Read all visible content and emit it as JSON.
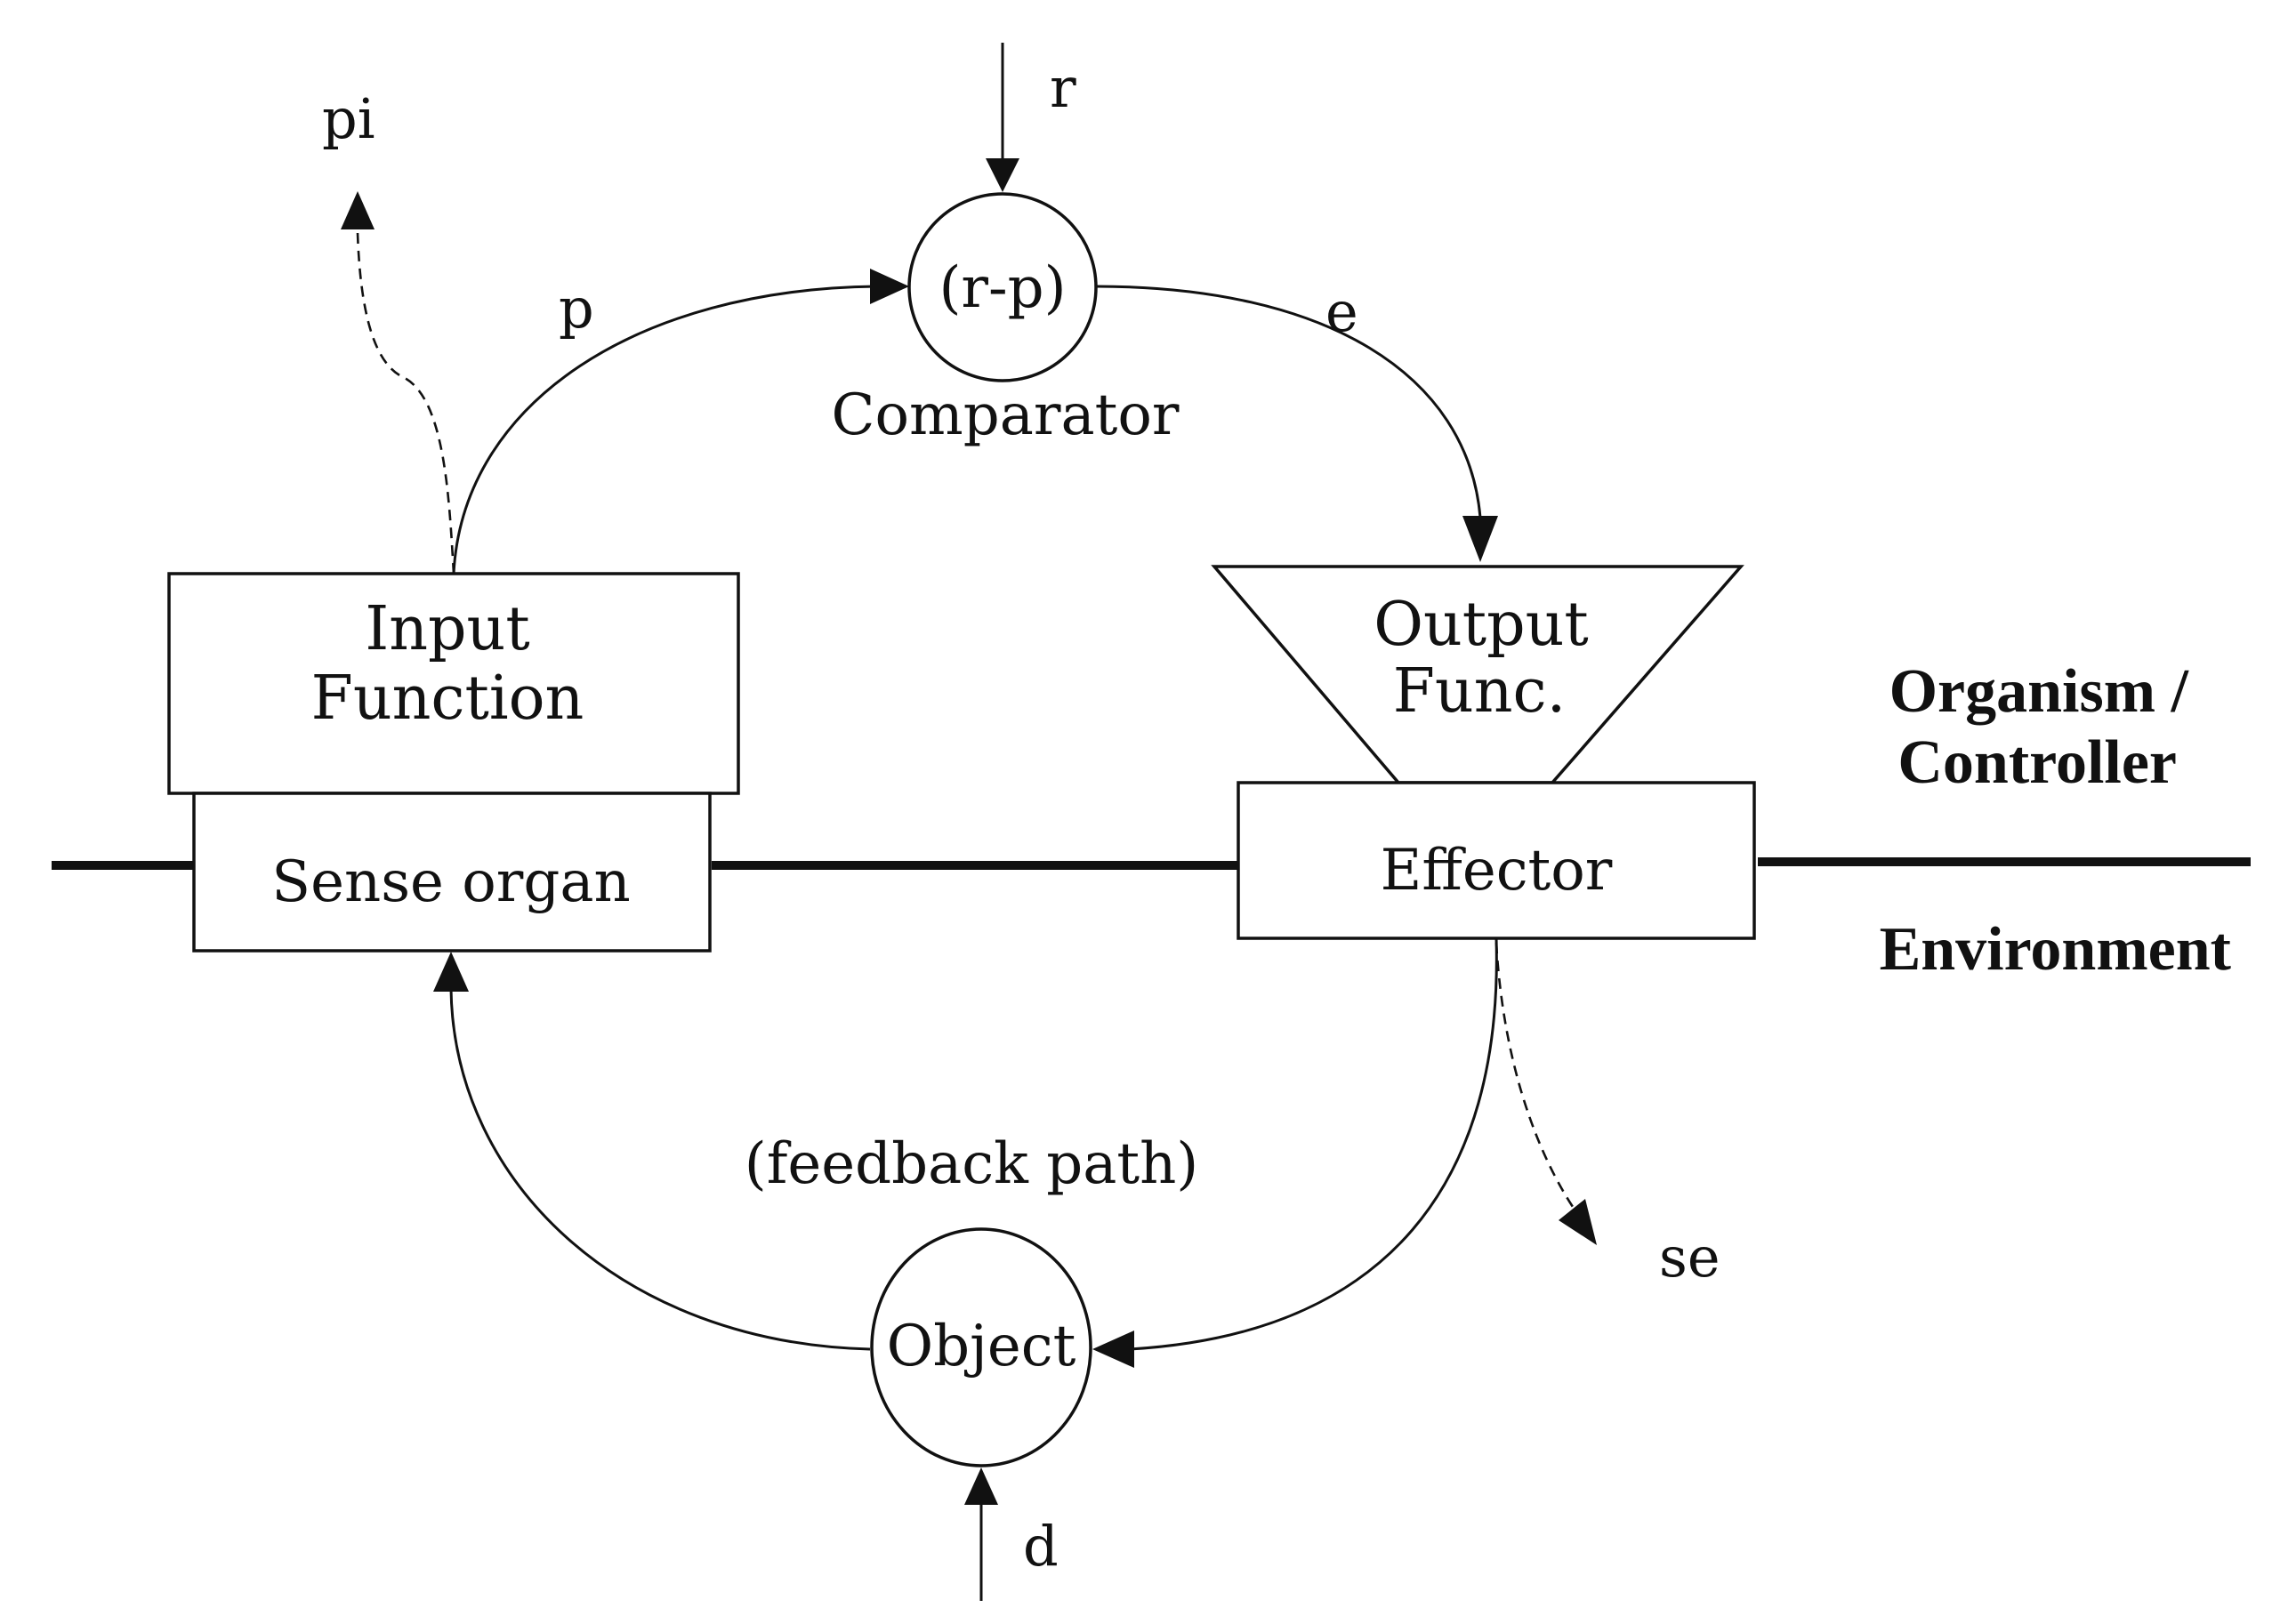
{
  "signals": {
    "reference": "r",
    "perceptual_input": "pi",
    "perception": "p",
    "error": "e",
    "side_effect": "se",
    "disturbance": "d"
  },
  "comparator": {
    "formula": "(r-p)",
    "label": "Comparator"
  },
  "input_function": {
    "line1": "Input",
    "line2": "Function"
  },
  "output_function": {
    "line1": "Output",
    "line2": "Func."
  },
  "sense_organ": {
    "label": "Sense organ"
  },
  "effector": {
    "label": "Effector"
  },
  "object": {
    "label": "Object"
  },
  "feedback_path": {
    "label": "(feedback path)"
  },
  "regions": {
    "upper_line1": "Organism /",
    "upper_line2": "Controller",
    "lower": "Environment"
  }
}
